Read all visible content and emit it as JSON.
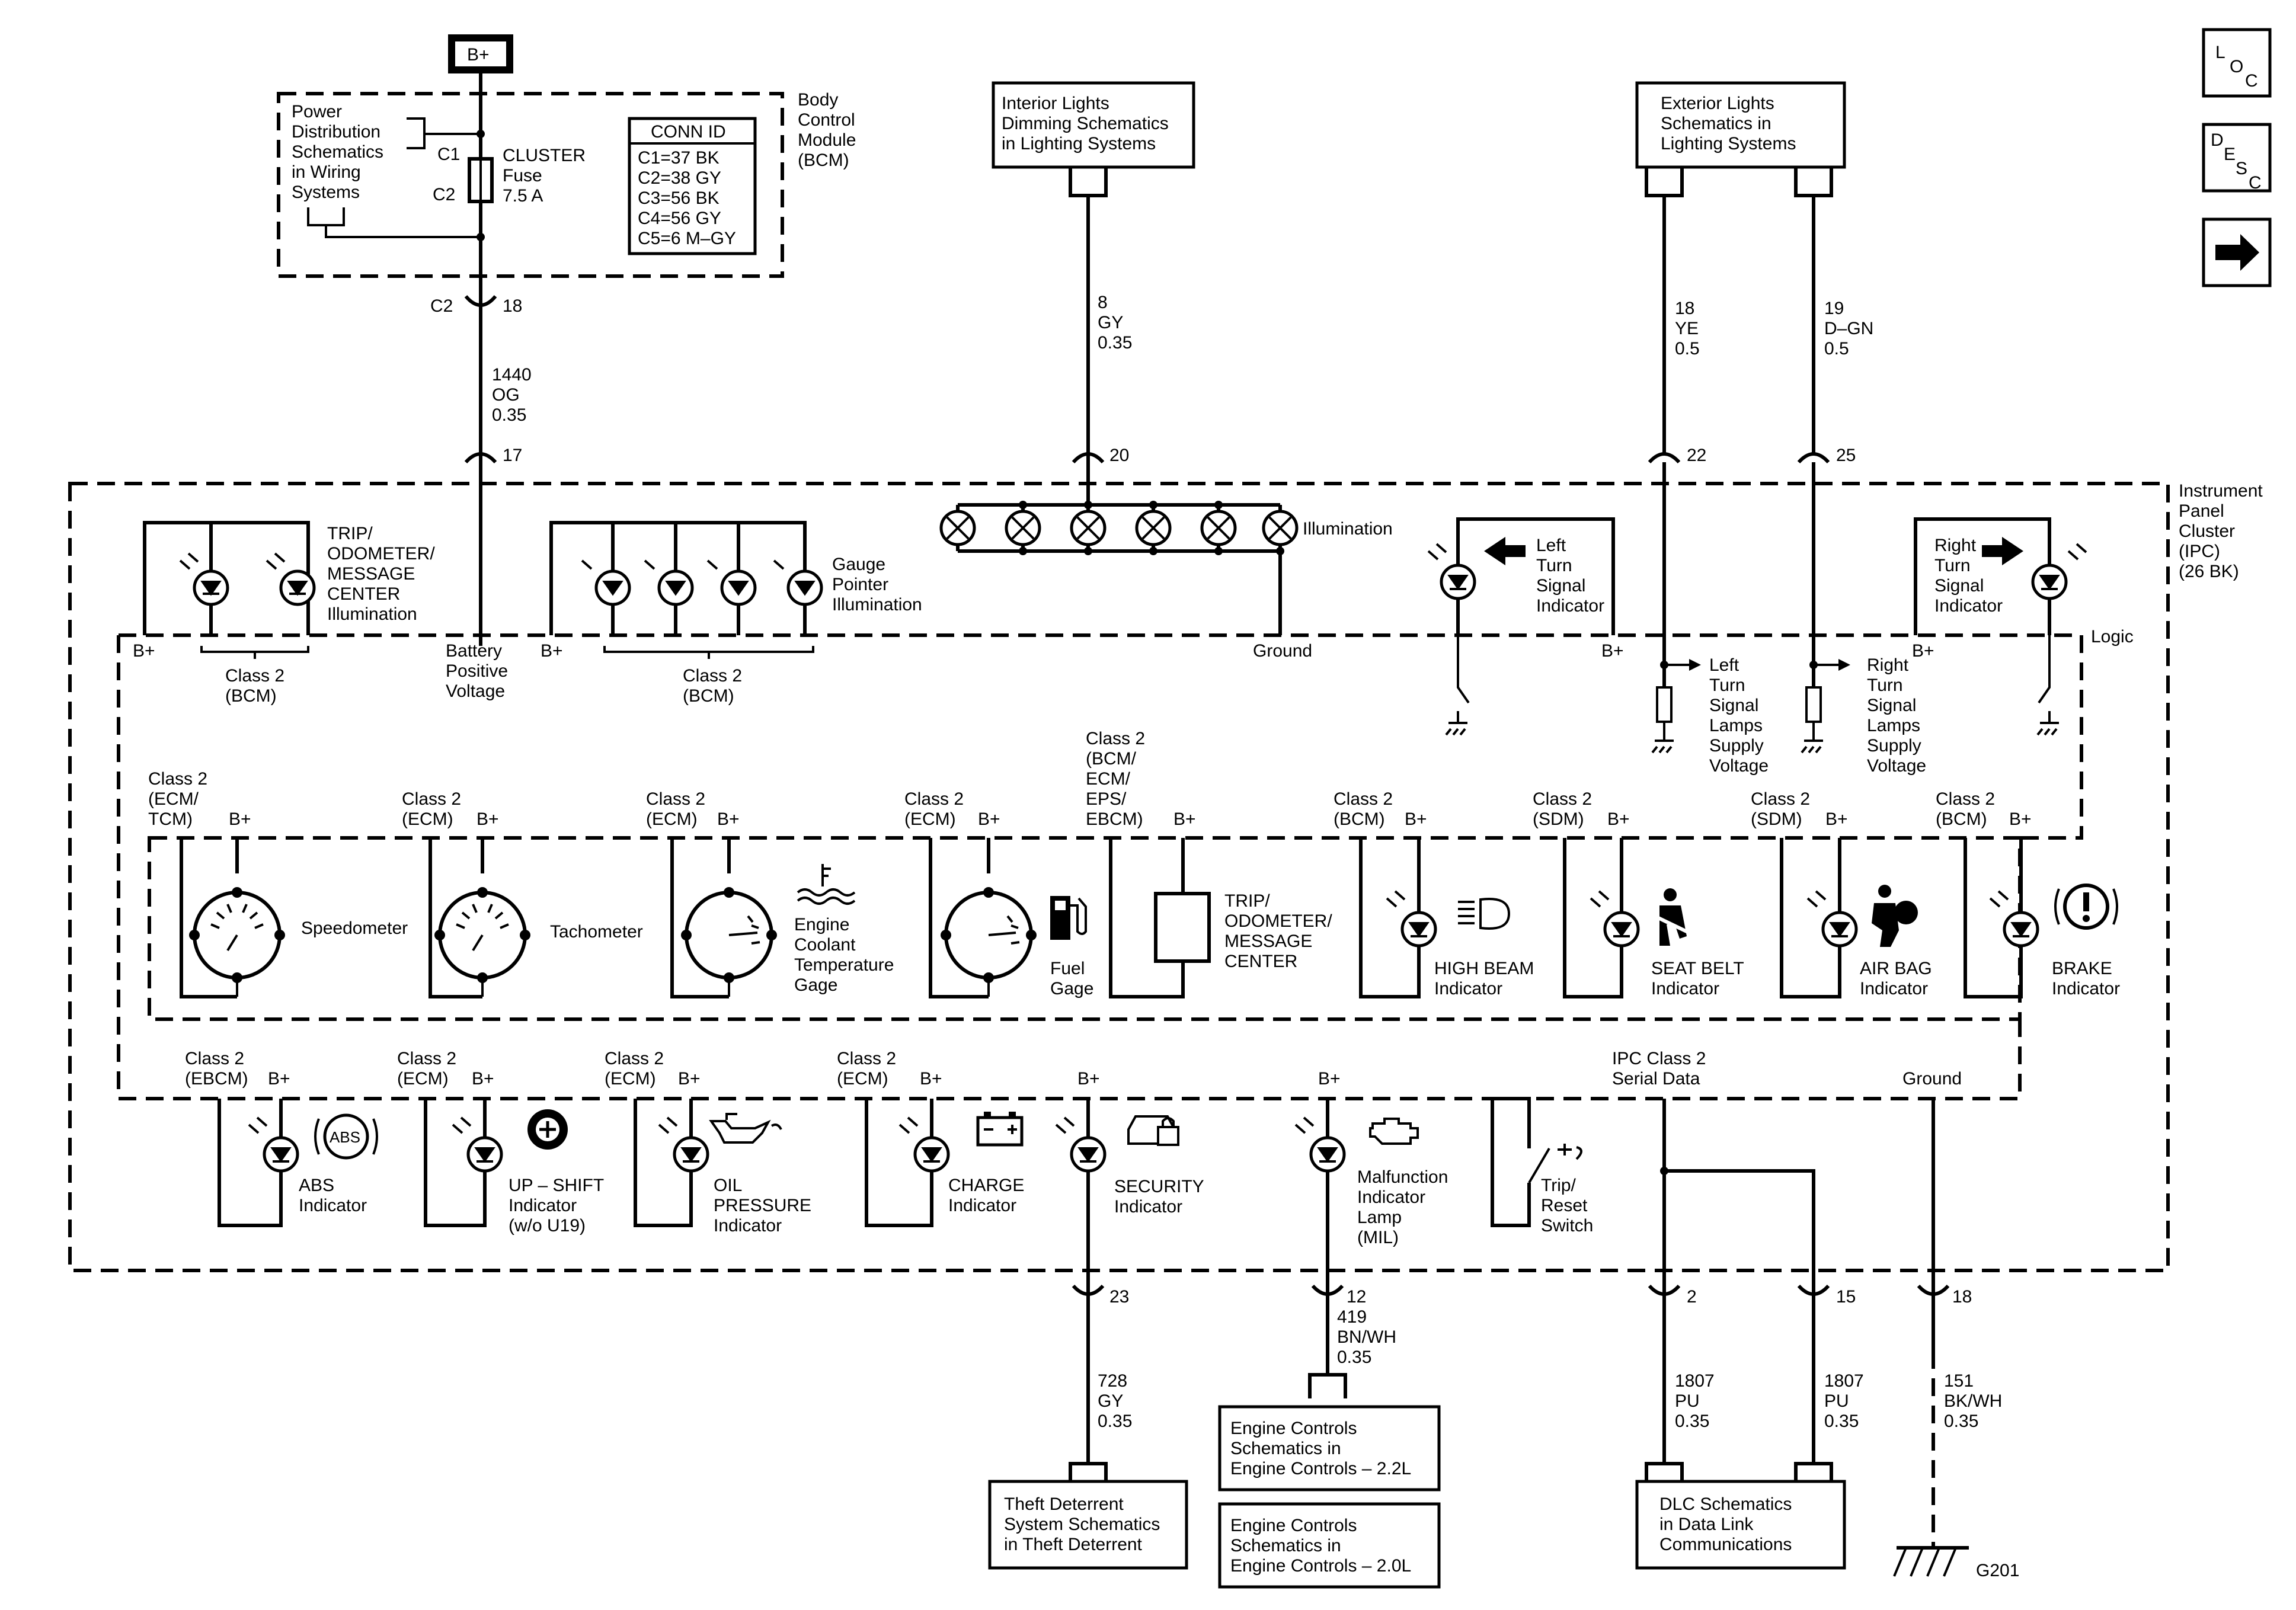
{
  "nav": {
    "loc": {
      "l": "L",
      "o": "O",
      "c": "C"
    },
    "desc": {
      "d": "D",
      "e": "E",
      "s": "S",
      "c": "C"
    },
    "next": "➡"
  },
  "top": {
    "bplus": "B+",
    "power_dist": [
      "Power",
      "Distribution",
      "Schematics",
      "in Wiring",
      "Systems"
    ],
    "c1": "C1",
    "c2": "C2",
    "fuse": [
      "CLUSTER",
      "Fuse",
      "7.5 A"
    ],
    "conn_id_title": "CONN ID",
    "conn_ids": [
      "C1=37 BK",
      "C2=38 GY",
      "C3=56 BK",
      "C4=56 GY",
      "C5=6 M–GY"
    ],
    "bcm": [
      "Body",
      "Control",
      "Module",
      "(BCM)"
    ],
    "c2_conn": "C2",
    "pin18": "18",
    "wire1440": [
      "1440",
      "OG",
      "0.35"
    ],
    "pin17": "17",
    "interior_lights": [
      "Interior Lights",
      "Dimming Schematics",
      "in Lighting Systems"
    ],
    "wire8": [
      "8",
      "GY",
      "0.35"
    ],
    "pin20": "20",
    "exterior_lights": [
      "Exterior Lights",
      "Schematics in",
      "Lighting Systems"
    ],
    "wire18": [
      "18",
      "YE",
      "0.5"
    ],
    "pin22": "22",
    "wire19": [
      "19",
      "D–GN",
      "0.5"
    ],
    "pin25": "25"
  },
  "ipc": {
    "label": [
      "Instrument",
      "Panel",
      "Cluster",
      "(IPC)",
      "(26 BK)"
    ],
    "logic": "Logic",
    "trip_illum": [
      "TRIP/",
      "ODOMETER/",
      "MESSAGE",
      "CENTER",
      "Illumination"
    ],
    "gauge_illum": [
      "Gauge",
      "Pointer",
      "Illumination"
    ],
    "illumination": "Illumination",
    "left_turn": [
      "Left",
      "Turn",
      "Signal",
      "Indicator"
    ],
    "right_turn": [
      "Right",
      "Turn",
      "Signal",
      "Indicator"
    ],
    "bplus": "B+",
    "class2_bcm": [
      "Class 2",
      "(BCM)"
    ],
    "battery": [
      "Battery",
      "Positive",
      "Voltage"
    ],
    "ground": "Ground",
    "left_supply": [
      "Left",
      "Turn",
      "Signal",
      "Lamps",
      "Supply",
      "Voltage"
    ],
    "right_supply": [
      "Right",
      "Turn",
      "Signal",
      "Lamps",
      "Supply",
      "Voltage"
    ],
    "speedo_class": [
      "Class 2",
      "(ECM/",
      "TCM)"
    ],
    "tach_class": [
      "Class 2",
      "(ECM)"
    ],
    "ect_class": [
      "Class 2",
      "(ECM)"
    ],
    "fuel_class": [
      "Class 2",
      "(ECM)"
    ],
    "trip_class": [
      "Class 2",
      "(BCM/",
      "ECM/",
      "EPS/",
      "EBCM)"
    ],
    "hb_class": [
      "Class 2",
      "(BCM)"
    ],
    "sb_class": [
      "Class 2",
      "(SDM)"
    ],
    "ab_class": [
      "Class 2",
      "(SDM)"
    ],
    "brake_class": [
      "Class 2",
      "(BCM)"
    ],
    "speedometer": "Speedometer",
    "tachometer": "Tachometer",
    "ect": [
      "Engine",
      "Coolant",
      "Temperature",
      "Gage"
    ],
    "fuel": [
      "Fuel",
      "Gage"
    ],
    "trip_center": [
      "TRIP/",
      "ODOMETER/",
      "MESSAGE",
      "CENTER"
    ],
    "high_beam": [
      "HIGH BEAM",
      "Indicator"
    ],
    "seat_belt": [
      "SEAT BELT",
      "Indicator"
    ],
    "air_bag": [
      "AIR BAG",
      "Indicator"
    ],
    "brake": [
      "BRAKE",
      "Indicator"
    ],
    "abs_class": [
      "Class 2",
      "(EBCM)"
    ],
    "upshift_class": [
      "Class 2",
      "(ECM)"
    ],
    "oil_class": [
      "Class 2",
      "(ECM)"
    ],
    "charge_class": [
      "Class 2",
      "(ECM)"
    ],
    "abs": [
      "ABS",
      "Indicator"
    ],
    "abs_icon": "ABS",
    "upshift": [
      "UP – SHIFT",
      "Indicator",
      "(w/o U19)"
    ],
    "oil": [
      "OIL",
      "PRESSURE",
      "Indicator"
    ],
    "charge": [
      "CHARGE",
      "Indicator"
    ],
    "security": [
      "SECURITY",
      "Indicator"
    ],
    "mil": [
      "Malfunction",
      "Indicator",
      "Lamp",
      "(MIL)"
    ],
    "trip_switch": [
      "Trip/",
      "Reset",
      "Switch"
    ],
    "serial": [
      "IPC Class 2",
      "Serial Data"
    ],
    "ground2": "Ground",
    "brake_icon": "(!)"
  },
  "bottom": {
    "pin23": "23",
    "wire728": [
      "728",
      "GY",
      "0.35"
    ],
    "theft": [
      "Theft Deterrent",
      "System Schematics",
      "in Theft Deterrent"
    ],
    "pin12": "12",
    "wire419": [
      "419",
      "BN/WH",
      "0.35"
    ],
    "engine22": [
      "Engine Controls",
      "Schematics in",
      "Engine Controls – 2.2L"
    ],
    "engine20": [
      "Engine Controls",
      "Schematics in",
      "Engine Controls – 2.0L"
    ],
    "pin2": "2",
    "wire1807a": [
      "1807",
      "PU",
      "0.35"
    ],
    "pin15": "15",
    "wire1807b": [
      "1807",
      "PU",
      "0.35"
    ],
    "dlc": [
      "DLC Schematics",
      "in Data Link",
      "Communications"
    ],
    "pin18": "18",
    "wire151": [
      "151",
      "BK/WH",
      "0.35"
    ],
    "g201": "G201"
  }
}
